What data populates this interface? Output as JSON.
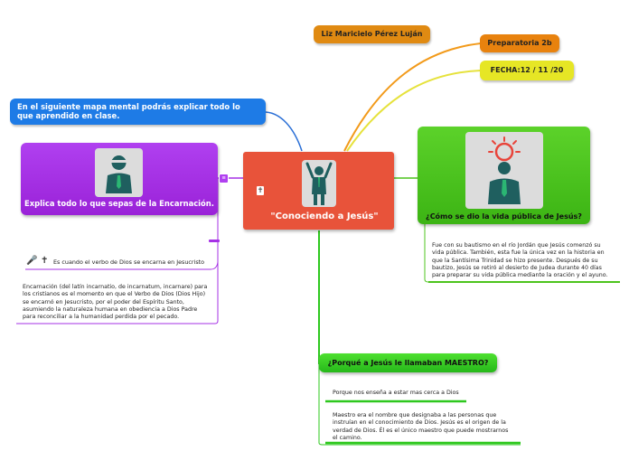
{
  "central": {
    "title": "\"Conociendo a Jesús\""
  },
  "author": {
    "name": "Liz Maricielo Pérez Luján"
  },
  "school": {
    "label": "Preparatoria 2b"
  },
  "date": {
    "label": "FECHA:12 / 11 /20"
  },
  "intro": {
    "text": "En el siguiente mapa mental podrás explicar todo lo que aprendido en clase."
  },
  "left_topic": {
    "title": "Explica todo lo que sepas de la Encarnación.",
    "note": "Es cuando el verbo de Dios se encarna en Jesucristo",
    "detail": "Encarnación (del latín incarnatio, de incarnatum, incarnare) para los cristianos es el momento en que el Verbo de Dios (Dios Hijo) se encarnó en Jesucristo, por el poder del Espíritu Santo, asumiendo la naturaleza humana en obediencia a Dios Padre para reconciliar a la humanidad perdida por el pecado."
  },
  "right_topic": {
    "title": "¿Cómo se dio la vida pública de Jesús?",
    "detail": "Fue con su bautismo en el río Jordán que Jesús comenzó su vida pública. También, esta fue la única vez en la historia en que la Santísima Trinidad se hizo presente. Después de su bautizo, Jesús se retiró al desierto de Judea durante 40 días para preparar su vida pública mediante la oración y el ayuno."
  },
  "bottom_topic": {
    "title": "¿Porqué a Jesús le llamaban MAESTRO?",
    "answer1": "Porque nos enseña a estar mas cerca a Dios",
    "answer2": "Maestro era el nombre que designaba a las personas que instruían en el conocimiento de Dios. Jesús es el origen de la verdad de Dios. Él es el único maestro que puede mostrarnos el camino."
  },
  "colors": {
    "central": "#e8533a",
    "author": "#e08a12",
    "school": "#e8820e",
    "date": "#e0e020",
    "intro": "#1e7be6",
    "left": "#a630e6",
    "right": "#4cc41c",
    "bottom": "#2ec81e"
  }
}
